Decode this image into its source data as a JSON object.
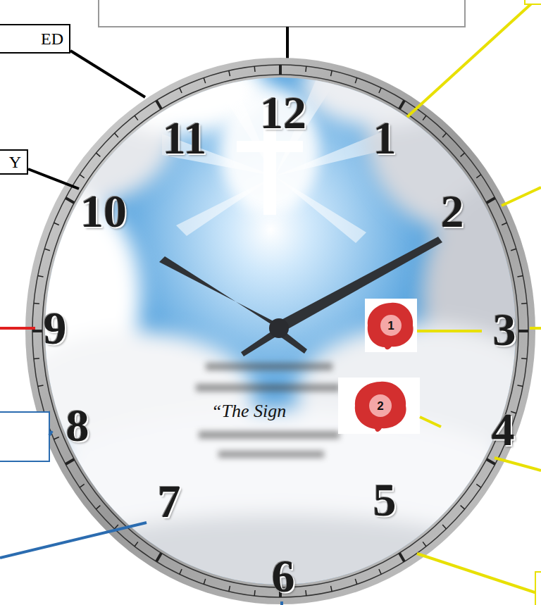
{
  "diagram": {
    "nodes": [
      {
        "text": [
          "ED"
        ]
      },
      {
        "text": [
          "Y"
        ]
      }
    ],
    "labels": [
      "12",
      "11",
      "1",
      "10",
      "2",
      "9",
      "3",
      "1",
      "8",
      "2",
      "4",
      "“The Sign",
      "7",
      "5",
      "6"
    ]
  }
}
